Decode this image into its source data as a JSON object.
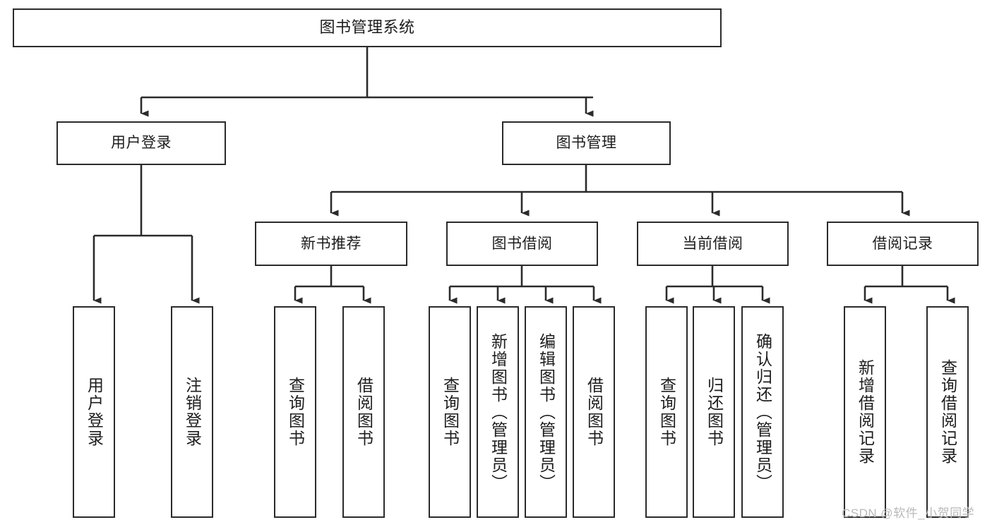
{
  "diagram": {
    "type": "tree",
    "title": "图书管理系统",
    "root": {
      "id": "root",
      "label": "图书管理系统"
    },
    "level2": [
      {
        "id": "user-login",
        "label": "用户登录"
      },
      {
        "id": "book-management",
        "label": "图书管理"
      }
    ],
    "level3": [
      {
        "id": "new-book-recommend",
        "label": "新书推荐"
      },
      {
        "id": "book-borrow",
        "label": "图书借阅"
      },
      {
        "id": "current-borrow",
        "label": "当前借阅"
      },
      {
        "id": "borrow-record",
        "label": "借阅记录"
      }
    ],
    "leaves": {
      "user_login": [
        {
          "id": "leaf-user-login",
          "label": "用户登录"
        },
        {
          "id": "leaf-logout-login",
          "label": "注销登录"
        }
      ],
      "new_book_recommend": [
        {
          "id": "leaf-query-book-1",
          "label": "查询图书"
        },
        {
          "id": "leaf-borrow-book-1",
          "label": "借阅图书"
        }
      ],
      "book_borrow": [
        {
          "id": "leaf-query-book-2",
          "label": "查询图书"
        },
        {
          "id": "leaf-add-book",
          "label": "新增图书（管理员）"
        },
        {
          "id": "leaf-edit-book",
          "label": "编辑图书（管理员）"
        },
        {
          "id": "leaf-borrow-book-2",
          "label": "借阅图书"
        }
      ],
      "current_borrow": [
        {
          "id": "leaf-query-book-3",
          "label": "查询图书"
        },
        {
          "id": "leaf-return-book",
          "label": "归还图书"
        },
        {
          "id": "leaf-confirm-return",
          "label": "确认归还（管理员）"
        }
      ],
      "borrow_record": [
        {
          "id": "leaf-add-borrow-record",
          "label": "新增借阅记录"
        },
        {
          "id": "leaf-query-borrow-record",
          "label": "查询借阅记录"
        }
      ]
    }
  },
  "colors": {
    "border": "#2b2b2b",
    "text": "#1d1d1d",
    "background": "#ffffff",
    "watermark": "#b9b9b9"
  },
  "watermark": {
    "text": "CSDN @软件_小贺同学"
  }
}
